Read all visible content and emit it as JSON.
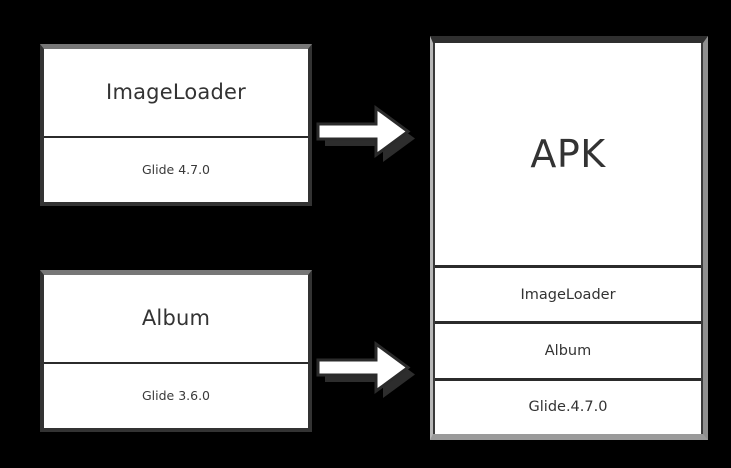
{
  "diagram": {
    "background_color": "#000000",
    "box_border_color": "#333333",
    "text_color": "#333333",
    "arrow_fill_color": "#ffffff",
    "arrow_outline_color": "#2b2b2b",
    "modules": [
      {
        "name": "ImageLoader",
        "dependency": "Glide 4.7.0"
      },
      {
        "name": "Album",
        "dependency": "Glide 3.6.0"
      }
    ],
    "arrows": [
      {
        "icon": "right-block-arrow-icon"
      },
      {
        "icon": "right-block-arrow-icon"
      }
    ],
    "apk": {
      "title": "APK",
      "rows": [
        "ImageLoader",
        "Album",
        "Glide.4.7.0"
      ]
    }
  }
}
